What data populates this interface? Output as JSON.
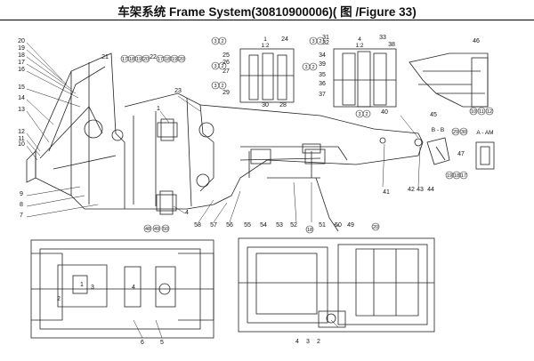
{
  "title": "车架系统  Frame System(30810900006)( 图  /Figure 33)",
  "detail_a_label": "1\n1:2",
  "detail_b_label": "4\n1:2",
  "section_bb": "B - B",
  "section_aam": "A - AM",
  "callouts": [
    {
      "name": "c-20",
      "t": "20"
    },
    {
      "name": "c-19",
      "t": "19"
    },
    {
      "name": "c-18",
      "t": "18"
    },
    {
      "name": "c-17",
      "t": "17"
    },
    {
      "name": "c-16",
      "t": "16"
    },
    {
      "name": "c-15",
      "t": "15"
    },
    {
      "name": "c-14",
      "t": "14"
    },
    {
      "name": "c-13",
      "t": "13"
    },
    {
      "name": "c-12",
      "t": "12"
    },
    {
      "name": "c-11",
      "t": "11"
    },
    {
      "name": "c-10",
      "t": "10"
    },
    {
      "name": "c-9",
      "t": "9"
    },
    {
      "name": "c-8",
      "t": "8"
    },
    {
      "name": "c-7",
      "t": "7"
    },
    {
      "name": "c-21",
      "t": "21"
    },
    {
      "name": "c-22",
      "t": "22"
    },
    {
      "name": "c-23",
      "t": "23"
    },
    {
      "name": "c-1-top",
      "t": "1"
    },
    {
      "name": "c-4-mid",
      "t": "4"
    },
    {
      "name": "c-24",
      "t": "24"
    },
    {
      "name": "c-25",
      "t": "25"
    },
    {
      "name": "c-26",
      "t": "26"
    },
    {
      "name": "c-27",
      "t": "27"
    },
    {
      "name": "c-28",
      "t": "28"
    },
    {
      "name": "c-29",
      "t": "29"
    },
    {
      "name": "c-30",
      "t": "30"
    },
    {
      "name": "c-31",
      "t": "31"
    },
    {
      "name": "c-32",
      "t": "32"
    },
    {
      "name": "c-33",
      "t": "33"
    },
    {
      "name": "c-34",
      "t": "34"
    },
    {
      "name": "c-35",
      "t": "35"
    },
    {
      "name": "c-36",
      "t": "36"
    },
    {
      "name": "c-37",
      "t": "37"
    },
    {
      "name": "c-38",
      "t": "38"
    },
    {
      "name": "c-39",
      "t": "39"
    },
    {
      "name": "c-40",
      "t": "40"
    },
    {
      "name": "c-41",
      "t": "41"
    },
    {
      "name": "c-42",
      "t": "42"
    },
    {
      "name": "c-43",
      "t": "43"
    },
    {
      "name": "c-44",
      "t": "44"
    },
    {
      "name": "c-45",
      "t": "45"
    },
    {
      "name": "c-46",
      "t": "46"
    },
    {
      "name": "c-47",
      "t": "47"
    },
    {
      "name": "c-49",
      "t": "49"
    },
    {
      "name": "c-50",
      "t": "50"
    },
    {
      "name": "c-51",
      "t": "51"
    },
    {
      "name": "c-52",
      "t": "52"
    },
    {
      "name": "c-53",
      "t": "53"
    },
    {
      "name": "c-54",
      "t": "54"
    },
    {
      "name": "c-55",
      "t": "55"
    },
    {
      "name": "c-56",
      "t": "56"
    },
    {
      "name": "c-57",
      "t": "57"
    },
    {
      "name": "c-58",
      "t": "58"
    },
    {
      "name": "c-2-bot",
      "t": "2"
    },
    {
      "name": "c-3-bot",
      "t": "3"
    },
    {
      "name": "c-4-bot",
      "t": "4"
    },
    {
      "name": "c-1-bot",
      "t": "1"
    },
    {
      "name": "c-5-bot",
      "t": "5"
    },
    {
      "name": "c-6-bot",
      "t": "6"
    },
    {
      "name": "c-4-right",
      "t": "4"
    },
    {
      "name": "c-3-right",
      "t": "3"
    },
    {
      "name": "c-2-right",
      "t": "2"
    }
  ],
  "circled": [
    {
      "name": "ci-17a",
      "t": "17"
    },
    {
      "name": "ci-18a",
      "t": "18"
    },
    {
      "name": "ci-19a",
      "t": "19"
    },
    {
      "name": "ci-20a",
      "t": "20"
    },
    {
      "name": "ci-17b",
      "t": "17"
    },
    {
      "name": "ci-18b",
      "t": "18"
    },
    {
      "name": "ci-19b",
      "t": "19"
    },
    {
      "name": "ci-20b",
      "t": "20"
    },
    {
      "name": "ci-3a",
      "t": "3"
    },
    {
      "name": "ci-2a",
      "t": "2"
    },
    {
      "name": "ci-3b",
      "t": "3"
    },
    {
      "name": "ci-2b",
      "t": "2"
    },
    {
      "name": "ci-3c",
      "t": "3"
    },
    {
      "name": "ci-2c",
      "t": "2"
    },
    {
      "name": "ci-3d",
      "t": "3"
    },
    {
      "name": "ci-2d",
      "t": "2"
    },
    {
      "name": "ci-3e",
      "t": "3"
    },
    {
      "name": "ci-2e",
      "t": "2"
    },
    {
      "name": "ci-3f",
      "t": "3"
    },
    {
      "name": "ci-2f",
      "t": "2"
    },
    {
      "name": "ci-48",
      "t": "48"
    },
    {
      "name": "ci-49",
      "t": "49"
    },
    {
      "name": "ci-50",
      "t": "50"
    },
    {
      "name": "ci-10",
      "t": "10"
    },
    {
      "name": "ci-11",
      "t": "11"
    },
    {
      "name": "ci-12",
      "t": "12"
    },
    {
      "name": "ci-19c",
      "t": "19"
    },
    {
      "name": "ci-18c",
      "t": "18"
    },
    {
      "name": "ci-17c",
      "t": "17"
    },
    {
      "name": "ci-29",
      "t": "29"
    },
    {
      "name": "ci-30",
      "t": "30"
    },
    {
      "name": "ci-18d",
      "t": "18"
    },
    {
      "name": "ci-20c",
      "t": "20"
    }
  ]
}
